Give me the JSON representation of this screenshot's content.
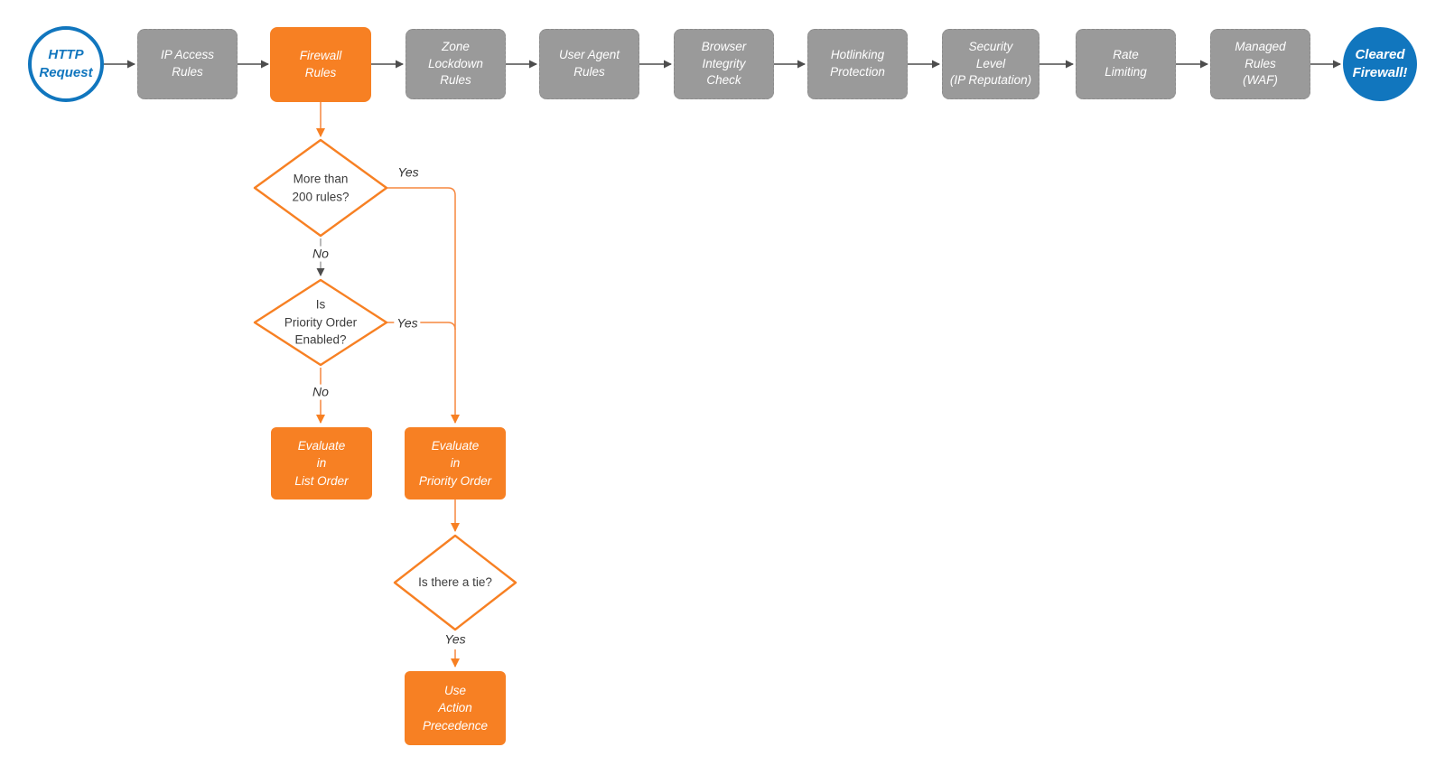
{
  "colors": {
    "accent_orange": "#F78023",
    "node_gray": "#9A9A9A",
    "brand_blue": "#1176BE",
    "connector_dark": "#4D4D4D"
  },
  "pipeline": {
    "start": {
      "label": "HTTP\nRequest"
    },
    "stages": [
      {
        "label": "IP Access\nRules"
      },
      {
        "label": "Firewall\nRules"
      },
      {
        "label": "Zone\nLockdown\nRules"
      },
      {
        "label": "User Agent\nRules"
      },
      {
        "label": "Browser\nIntegrity\nCheck"
      },
      {
        "label": "Hotlinking\nProtection"
      },
      {
        "label": "Security\nLevel\n(IP Reputation)"
      },
      {
        "label": "Rate\nLimiting"
      },
      {
        "label": "Managed\nRules\n(WAF)"
      }
    ],
    "end": {
      "label": "Cleared\nFirewall!"
    }
  },
  "branch": {
    "decision_rule_count": {
      "label": "More than\n200 rules?",
      "yes": "Yes",
      "no": "No"
    },
    "decision_priority": {
      "label": "Is\nPriority Order\nEnabled?",
      "yes": "Yes",
      "no": "No"
    },
    "evaluate_list": {
      "label": "Evaluate\nin\nList Order"
    },
    "evaluate_priority": {
      "label": "Evaluate\nin\nPriority Order"
    },
    "decision_tie": {
      "label": "Is there a tie?",
      "yes": "Yes"
    },
    "action_precedence": {
      "label": "Use\nAction\nPrecedence"
    }
  }
}
